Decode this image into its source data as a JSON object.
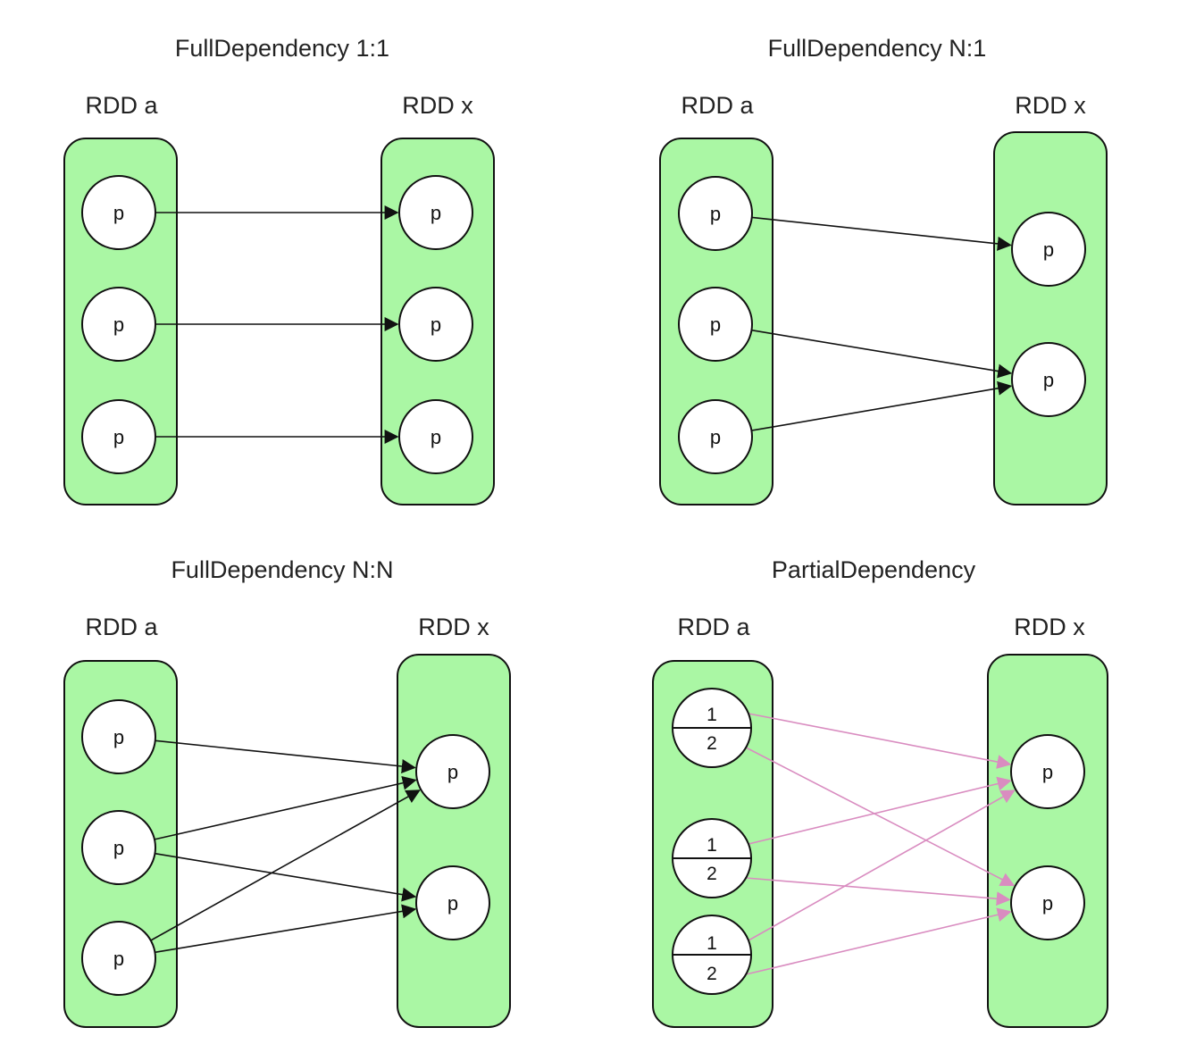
{
  "panels": [
    {
      "title": "FullDependency 1:1",
      "source": {
        "label": "RDD a",
        "partitions": [
          {
            "label": "p"
          },
          {
            "label": "p"
          },
          {
            "label": "p"
          }
        ]
      },
      "target": {
        "label": "RDD x",
        "partitions": [
          {
            "label": "p"
          },
          {
            "label": "p"
          },
          {
            "label": "p"
          }
        ]
      },
      "edges": [
        {
          "from": 0,
          "to": 0
        },
        {
          "from": 1,
          "to": 1
        },
        {
          "from": 2,
          "to": 2
        }
      ],
      "edge_color": "#111111"
    },
    {
      "title": "FullDependency N:1",
      "source": {
        "label": "RDD a",
        "partitions": [
          {
            "label": "p"
          },
          {
            "label": "p"
          },
          {
            "label": "p"
          }
        ]
      },
      "target": {
        "label": "RDD x",
        "partitions": [
          {
            "label": "p"
          },
          {
            "label": "p"
          }
        ]
      },
      "edges": [
        {
          "from": 0,
          "to": 0
        },
        {
          "from": 1,
          "to": 1
        },
        {
          "from": 2,
          "to": 1
        }
      ],
      "edge_color": "#111111"
    },
    {
      "title": "FullDependency N:N",
      "source": {
        "label": "RDD a",
        "partitions": [
          {
            "label": "p"
          },
          {
            "label": "p"
          },
          {
            "label": "p"
          }
        ]
      },
      "target": {
        "label": "RDD x",
        "partitions": [
          {
            "label": "p"
          },
          {
            "label": "p"
          }
        ]
      },
      "edges": [
        {
          "from": 0,
          "to": 0
        },
        {
          "from": 1,
          "to": 0
        },
        {
          "from": 1,
          "to": 1
        },
        {
          "from": 2,
          "to": 0
        },
        {
          "from": 2,
          "to": 1
        }
      ],
      "edge_color": "#111111"
    },
    {
      "title": "PartialDependency",
      "source": {
        "label": "RDD a",
        "partitions": [
          {
            "label": "",
            "upper": "1",
            "lower": "2"
          },
          {
            "label": "",
            "upper": "1",
            "lower": "2"
          },
          {
            "label": "",
            "upper": "1",
            "lower": "2"
          }
        ]
      },
      "target": {
        "label": "RDD x",
        "partitions": [
          {
            "label": "p"
          },
          {
            "label": "p"
          }
        ]
      },
      "edges": [
        {
          "from": 0,
          "half": "upper",
          "to": 0
        },
        {
          "from": 0,
          "half": "lower",
          "to": 1
        },
        {
          "from": 1,
          "half": "upper",
          "to": 0
        },
        {
          "from": 1,
          "half": "lower",
          "to": 1
        },
        {
          "from": 2,
          "half": "upper",
          "to": 0
        },
        {
          "from": 2,
          "half": "lower",
          "to": 1
        }
      ],
      "edge_color": "#d98cc0"
    }
  ]
}
